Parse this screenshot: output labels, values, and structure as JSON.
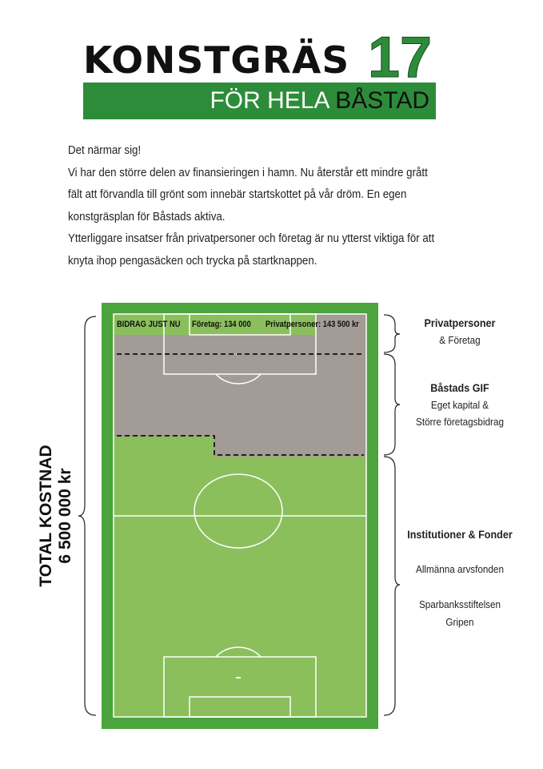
{
  "header": {
    "title": "KONSTGRÄS",
    "number": "17",
    "subtitle_light": "FÖR HELA",
    "subtitle_dark": "BÅSTAD"
  },
  "intro": [
    "Det närmar sig!",
    "Vi har den större delen av finansieringen i hamn. Nu återstår ett mindre grått",
    "fält att förvandla till grönt som innebär startskottet på vår dröm. En egen",
    "konstgräsplan för Båstads aktiva.",
    "Ytterliggare insatser från privatpersoner och företag är nu ytterst viktiga för att",
    "knyta ihop pengasäcken och trycka på startknappen."
  ],
  "total": {
    "label": "TOTAL KOSTNAD",
    "amount": "6 500 000 kr"
  },
  "field": {
    "status_label": "BIDRAG JUST NU",
    "foretag": "Företag: 134 000",
    "privat": "Privatpersoner: 143 500 kr"
  },
  "sections": {
    "privat": {
      "title": "Privatpersoner",
      "sub": "& Företag"
    },
    "gif": {
      "title": "Båstads GIF",
      "line1": "Eget kapital &",
      "line2": "Större företagsbidrag"
    },
    "inst": {
      "title": "Institutioner & Fonder",
      "line1": "Allmänna arvsfonden",
      "line2": "Sparbanksstiftelsen",
      "line3": "Gripen"
    }
  },
  "colors": {
    "brand_green": "#2d8c3a",
    "field_outer": "#4ca43c",
    "field_inner": "#8bbf5c",
    "grey": "#a39b95"
  }
}
